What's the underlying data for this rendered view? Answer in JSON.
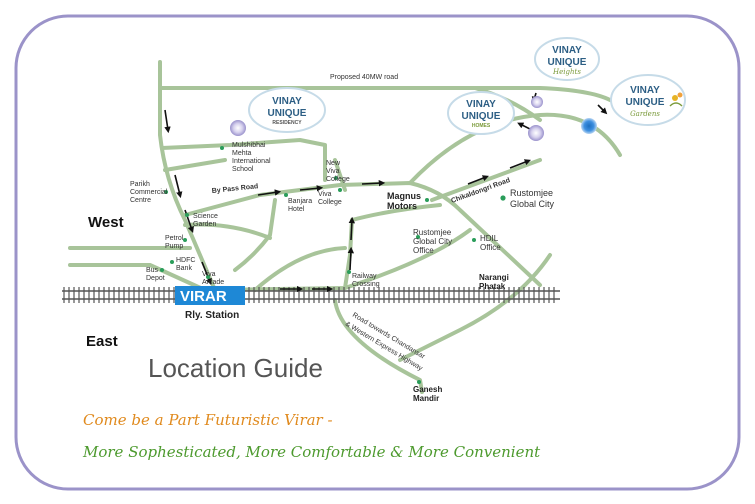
{
  "map": {
    "title": "Location Guide",
    "directions": {
      "west": "West",
      "east": "East"
    },
    "roads": {
      "proposed": "Proposed 40MW road",
      "bypass": "By Pass Road",
      "chikaldongri": "Chikaldongri Road",
      "chandansar_line1": "Road towards Chandansar",
      "chandansar_line2": "& Western Express Highway"
    },
    "station": {
      "name": "VIRAR",
      "sub": "Rly. Station"
    },
    "landmarks": {
      "mulshibhai_1": "Mulshibhai",
      "mulshibhai_2": "Mehta",
      "mulshibhai_3": "International",
      "mulshibhai_4": "School",
      "parikh_1": "Parikh",
      "parikh_2": "Commercial",
      "parikh_3": "Centre",
      "science_1": "Science",
      "science_2": "Garden",
      "petrol_1": "Petrol",
      "petrol_2": "Pump",
      "hdfc_1": "HDFC",
      "hdfc_2": "Bank",
      "bus_1": "Bus",
      "bus_2": "Depot",
      "viva_arcade_1": "Viva",
      "viva_arcade_2": "Arcade",
      "banjara_1": "Banjara",
      "banjara_2": "Hotel",
      "new_viva_1": "New",
      "new_viva_2": "Viva",
      "new_viva_3": "College",
      "viva_college_1": "Viva",
      "viva_college_2": "College",
      "magnus_1": "Magnus",
      "magnus_2": "Motors",
      "rustomjee_city_1": "Rustomjee",
      "rustomjee_city_2": "Global City",
      "rustomjee_office_1": "Rustomjee",
      "rustomjee_office_2": "Global City",
      "rustomjee_office_3": "Office",
      "hdil_1": "HDIL",
      "hdil_2": "Office",
      "railway_1": "Railway",
      "railway_2": "Crossing",
      "narangi_1": "Narangi",
      "narangi_2": "Phatak",
      "ganesh_1": "Ganesh",
      "ganesh_2": "Mandir"
    },
    "projects": {
      "residency": {
        "brand_1": "VINAY",
        "brand_2": "UNIQUE",
        "name": "RESIDENCY"
      },
      "homes": {
        "brand_1": "VINAY",
        "brand_2": "UNIQUE",
        "name": "HOMES"
      },
      "heights": {
        "brand_1": "VINAY",
        "brand_2": "UNIQUE",
        "name": "Heights"
      },
      "gardens": {
        "brand_1": "VINAY",
        "brand_2": "UNIQUE",
        "name": "Gardens"
      }
    },
    "tagline": {
      "line1": "Come be a Part Futuristic Virar -",
      "line2": "More Sophesticated, More Comfortable & More Convenient"
    },
    "colors": {
      "road": "#a8c49a",
      "arrow": "#111111",
      "station_badge": "#1e88d6",
      "frame": "#9b93c9",
      "tagline_1": "#e08a1e",
      "tagline_2": "#4d9a2e",
      "pin": "#2a9d5a"
    }
  }
}
